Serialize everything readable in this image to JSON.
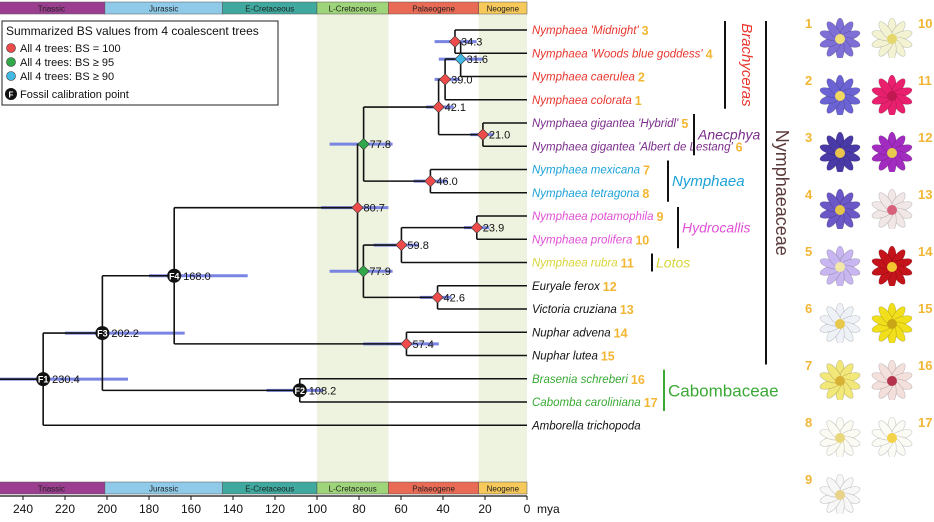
{
  "eras": [
    {
      "name": "Triassic",
      "from": 252,
      "to": 201,
      "color": "#9b3e8f"
    },
    {
      "name": "Jurassic",
      "from": 201,
      "to": 145,
      "color": "#8fcbe8"
    },
    {
      "name": "E-Cretaceous",
      "from": 145,
      "to": 100,
      "color": "#3fa99f"
    },
    {
      "name": "L-Cretaceous",
      "from": 100,
      "to": 66,
      "color": "#9ed47a"
    },
    {
      "name": "Palaeogene",
      "from": 66,
      "to": 23,
      "color": "#ea6b55"
    },
    {
      "name": "Neogene",
      "from": 23,
      "to": 0,
      "color": "#f6c95a"
    }
  ],
  "axis": {
    "ticks": [
      "240",
      "220",
      "200",
      "180",
      "160",
      "140",
      "120",
      "100",
      "80",
      "60",
      "40",
      "20",
      "0"
    ],
    "tick_values": [
      240,
      220,
      200,
      180,
      160,
      140,
      120,
      100,
      80,
      60,
      40,
      20,
      0
    ],
    "unit": "mya"
  },
  "legend": {
    "title": "Summarized BS values from 4 coalescent trees",
    "items": [
      {
        "label": "All 4 trees: BS = 100",
        "color": "#ee4b4b"
      },
      {
        "label": "All 4 trees: BS ≥ 95",
        "color": "#31a84a"
      },
      {
        "label": "All 4 trees: BS ≥ 90",
        "color": "#41b9e3"
      }
    ],
    "fossil_symbol": "F",
    "fossil_label": "Fossil calibration point"
  },
  "taxa": [
    {
      "name": "Nymphaea 'Midnight'",
      "num": "3",
      "color": "#e8352d"
    },
    {
      "name": "Nymphaea 'Woods blue goddess'",
      "num": "4",
      "color": "#e8352d"
    },
    {
      "name": "Nymphaea caerulea",
      "num": "2",
      "color": "#e8352d"
    },
    {
      "name": "Nymphaea colorata",
      "num": "1",
      "color": "#e8352d"
    },
    {
      "name": "Nymphaea gigantea 'Hybridl'",
      "num": "5",
      "color": "#7b2d8b"
    },
    {
      "name": "Nymphaea gigantea 'Albert de Lestang'",
      "num": "6",
      "color": "#7b2d8b"
    },
    {
      "name": "Nymphaea mexicana",
      "num": "7",
      "color": "#1da2d8"
    },
    {
      "name": "Nymphaea tetragona",
      "num": "8",
      "color": "#1da2d8"
    },
    {
      "name": "Nymphaea potamophila",
      "num": "9",
      "color": "#e04fd6"
    },
    {
      "name": "Nymphaea prolifera",
      "num": "10",
      "color": "#e04fd6"
    },
    {
      "name": "Nymphaea rubra",
      "num": "11",
      "color": "#d8d53a"
    },
    {
      "name": "Euryale ferox",
      "num": "12",
      "color": "#111111"
    },
    {
      "name": "Victoria cruziana",
      "num": "13",
      "color": "#111111"
    },
    {
      "name": "Nuphar advena",
      "num": "14",
      "color": "#111111"
    },
    {
      "name": "Nuphar lutea",
      "num": "15",
      "color": "#111111"
    },
    {
      "name": "Brasenia schreberi",
      "num": "16",
      "color": "#3aa935"
    },
    {
      "name": "Cabomba caroliniana",
      "num": "17",
      "color": "#3aa935"
    },
    {
      "name": "Amborella trichopoda",
      "num": "",
      "color": "#111111"
    }
  ],
  "clades": [
    {
      "name": "Brachyceras",
      "color": "#e8352d"
    },
    {
      "name": "Anecphya",
      "color": "#7b2d8b"
    },
    {
      "name": "Nymphaea",
      "color": "#1da2d8"
    },
    {
      "name": "Hydrocallis",
      "color": "#e04fd6"
    },
    {
      "name": "Lotos",
      "color": "#d8d53a"
    },
    {
      "name": "Nymphaeaceae",
      "color": "#5a3a3a"
    },
    {
      "name": "Cabombaceae",
      "color": "#3aa935"
    }
  ],
  "nodes": [
    {
      "label": "230.4",
      "age": 230.4,
      "ci": [
        252,
        190
      ],
      "marker": "F1"
    },
    {
      "label": "202.2",
      "age": 202.2,
      "ci": [
        220,
        163
      ],
      "marker": "F3"
    },
    {
      "label": "168.0",
      "age": 168.0,
      "ci": [
        180,
        133
      ],
      "marker": "F4"
    },
    {
      "label": "108.2",
      "age": 108.2,
      "ci": [
        124,
        97
      ],
      "marker": "F2"
    },
    {
      "label": "80.7",
      "age": 80.7,
      "ci": [
        98,
        66
      ],
      "marker": "red"
    },
    {
      "label": "77.8",
      "age": 77.8,
      "ci": [
        94,
        64
      ],
      "marker": "green"
    },
    {
      "label": "77.9",
      "age": 77.9,
      "ci": [
        94,
        64
      ],
      "marker": "green"
    },
    {
      "label": "59.8",
      "age": 59.8,
      "ci": [
        73,
        52
      ],
      "marker": "red"
    },
    {
      "label": "57.4",
      "age": 57.4,
      "ci": [
        78,
        42
      ],
      "marker": "red"
    },
    {
      "label": "46.0",
      "age": 46.0,
      "ci": [
        54,
        38
      ],
      "marker": "red"
    },
    {
      "label": "42.6",
      "age": 42.6,
      "ci": [
        51,
        36
      ],
      "marker": "red"
    },
    {
      "label": "42.1",
      "age": 42.1,
      "ci": [
        48,
        35
      ],
      "marker": "red"
    },
    {
      "label": "39.0",
      "age": 39.0,
      "ci": [
        44,
        32
      ],
      "marker": "red"
    },
    {
      "label": "34.3",
      "age": 34.3,
      "ci": [
        44,
        24
      ],
      "marker": "red"
    },
    {
      "label": "31.6",
      "age": 31.6,
      "ci": [
        42,
        21
      ],
      "marker": "blue"
    },
    {
      "label": "23.9",
      "age": 23.9,
      "ci": [
        30,
        18
      ],
      "marker": "red"
    },
    {
      "label": "21.0",
      "age": 21.0,
      "ci": [
        27,
        16
      ],
      "marker": "red"
    }
  ],
  "flowers": [
    {
      "num": "1",
      "petal": "#7e6fd6",
      "center": "#f1e07a"
    },
    {
      "num": "10",
      "petal": "#f3f3d4",
      "center": "#e4d86c"
    },
    {
      "num": "2",
      "petal": "#6b63d4",
      "center": "#f0d85f"
    },
    {
      "num": "11",
      "petal": "#e9206e",
      "center": "#c01850"
    },
    {
      "num": "3",
      "petal": "#4a3aa8",
      "center": "#e8c44f"
    },
    {
      "num": "12",
      "petal": "#a22cc0",
      "center": "#e7c94d"
    },
    {
      "num": "4",
      "petal": "#6b57c6",
      "center": "#e5c44a"
    },
    {
      "num": "13",
      "petal": "#f2e7e7",
      "center": "#d7617a"
    },
    {
      "num": "5",
      "petal": "#c7b6f0",
      "center": "#f3e8a8"
    },
    {
      "num": "14",
      "petal": "#c4131b",
      "center": "#f3c52f"
    },
    {
      "num": "6",
      "petal": "#eef2f7",
      "center": "#e6c94a"
    },
    {
      "num": "15",
      "petal": "#f2df1b",
      "center": "#c9a615"
    },
    {
      "num": "7",
      "petal": "#f2e779",
      "center": "#d7b236"
    },
    {
      "num": "16",
      "petal": "#f3e0dc",
      "center": "#b3344c"
    },
    {
      "num": "8",
      "petal": "#fbfbf4",
      "center": "#e8d87a"
    },
    {
      "num": "17",
      "petal": "#fbfbf6",
      "center": "#f4d24a"
    },
    {
      "num": "9",
      "petal": "#f7f7f7",
      "center": "#e9d28a"
    }
  ]
}
